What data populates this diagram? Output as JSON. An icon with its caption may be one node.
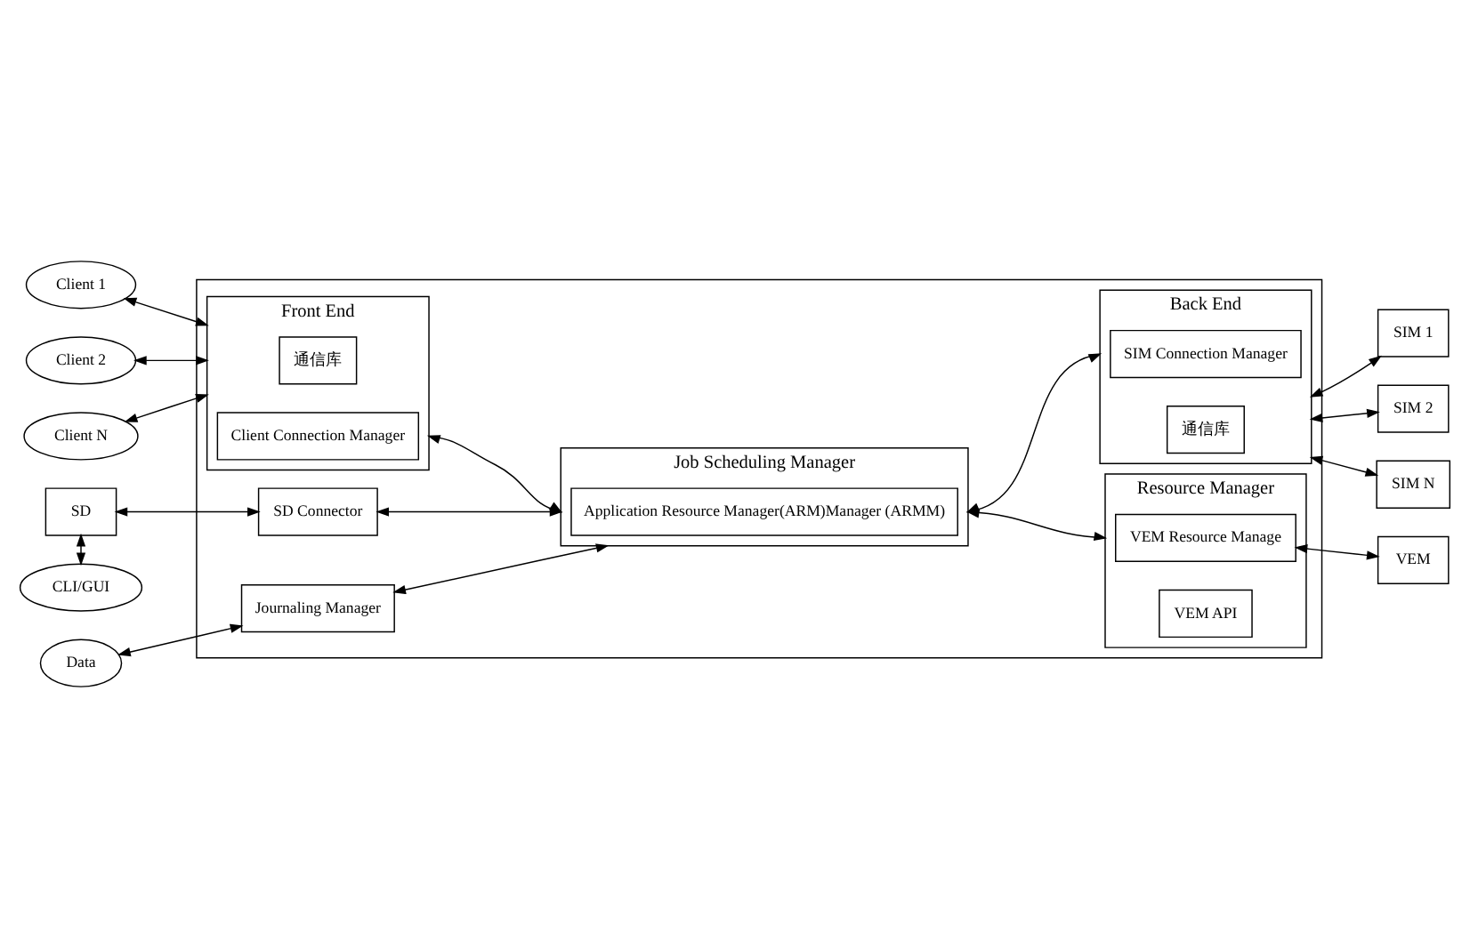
{
  "diagram": {
    "nodes": [
      {
        "text": [
          "Client 1"
        ]
      },
      {
        "text": [
          "Client 2"
        ]
      },
      {
        "text": [
          "Client N"
        ]
      },
      {
        "text": [],
        "shape": "box"
      },
      {
        "text": [
          "Front End"
        ],
        "in": 3
      },
      {
        "text": [
          "通信库"
        ],
        "in": 4
      },
      {
        "text": [
          "Client Connection Manager"
        ],
        "in": 4
      },
      {
        "text": [
          "Back End"
        ],
        "in": 3
      },
      {
        "text": [
          "SIM Connection Manager"
        ],
        "in": 7
      },
      {
        "text": [
          "通信库"
        ],
        "in": 7
      },
      {
        "text": [
          "Job Scheduling Manager"
        ],
        "in": 3
      },
      {
        "text": [
          "Application Resource Manager(ARM)Manager (ARMM)"
        ],
        "in": 10
      },
      {
        "text": [
          "SD Connector"
        ],
        "in": 3
      },
      {
        "text": [
          "Journaling Manager"
        ],
        "in": 3
      },
      {
        "text": [
          "Resource Manager"
        ],
        "in": 3
      },
      {
        "text": [
          "VEM Resource Manage"
        ],
        "in": 14
      },
      {
        "text": [
          "VEM API"
        ],
        "in": 14
      },
      {
        "text": [
          "SIM 1"
        ]
      },
      {
        "text": [
          "SIM 2"
        ]
      },
      {
        "text": [
          "SIM N"
        ]
      },
      {
        "text": [
          "SD"
        ]
      },
      {
        "text": [
          "CLI/GUI"
        ]
      },
      {
        "text": [
          "Data"
        ]
      },
      {
        "text": [
          "VEM"
        ]
      }
    ],
    "edges": [
      {
        "from": 4,
        "to": 0,
        "arrow": "both"
      },
      {
        "from": 4,
        "to": 1,
        "arrow": "both"
      },
      {
        "from": 4,
        "to": 2,
        "arrow": "both"
      },
      {
        "from": 4,
        "to": 10,
        "arrow": "both"
      },
      {
        "from": 7,
        "to": 10,
        "arrow": "both"
      },
      {
        "from": 7,
        "to": 17,
        "arrow": "both"
      },
      {
        "from": 7,
        "to": 18,
        "arrow": "both"
      },
      {
        "from": 7,
        "to": 19,
        "arrow": "both"
      },
      {
        "from": 20,
        "to": 12,
        "arrow": "both"
      },
      {
        "from": 20,
        "to": 21,
        "arrow": "both"
      },
      {
        "from": 12,
        "to": 10,
        "arrow": "both"
      },
      {
        "from": 22,
        "to": 13,
        "arrow": "both"
      },
      {
        "from": 13,
        "to": 10,
        "arrow": "both"
      },
      {
        "from": 10,
        "to": 14,
        "arrow": "both"
      },
      {
        "from": 15,
        "to": 23,
        "arrow": "both"
      }
    ]
  }
}
